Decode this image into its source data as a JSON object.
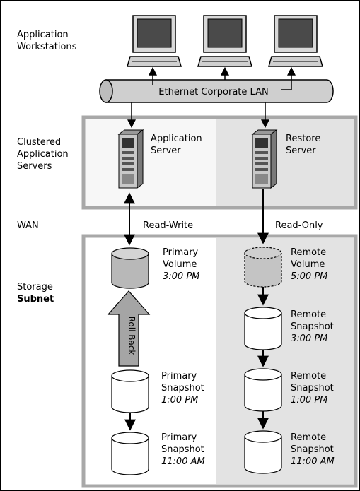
{
  "left_labels": {
    "workstations": [
      "Application",
      "Workstations"
    ],
    "servers": [
      "Clustered",
      "Application",
      "Servers"
    ],
    "wan": "WAN",
    "storage": "Storage",
    "subnet": "Subnet"
  },
  "lan_label": "Ethernet Corporate LAN",
  "servers": {
    "application": [
      "Application",
      "Server"
    ],
    "restore": [
      "Restore",
      "Server"
    ]
  },
  "links": {
    "read_write": "Read-Write",
    "read_only": "Read-Only"
  },
  "rollback": "Roll Back",
  "volumes": {
    "primary_volume": {
      "line1": "Primary",
      "line2": "Volume",
      "time": "3:00 PM"
    },
    "primary_snapshot_1": {
      "line1": "Primary",
      "line2": "Snapshot",
      "time": "1:00 PM"
    },
    "primary_snapshot_2": {
      "line1": "Primary",
      "line2": "Snapshot",
      "time": "11:00 AM"
    },
    "remote_volume": {
      "line1": "Remote",
      "line2": "Volume",
      "time": "5:00 PM"
    },
    "remote_snapshot_1": {
      "line1": "Remote",
      "line2": "Snapshot",
      "time": "3:00 PM"
    },
    "remote_snapshot_2": {
      "line1": "Remote",
      "line2": "Snapshot",
      "time": "1:00 PM"
    },
    "remote_snapshot_3": {
      "line1": "Remote",
      "line2": "Snapshot",
      "time": "11:00 AM"
    }
  },
  "colors": {
    "grey_panel": "#e3e3e3",
    "panel_border": "#a6a6a6",
    "cylinder_grey": "#b8b8b8",
    "pipe": "#cfcfcf"
  }
}
